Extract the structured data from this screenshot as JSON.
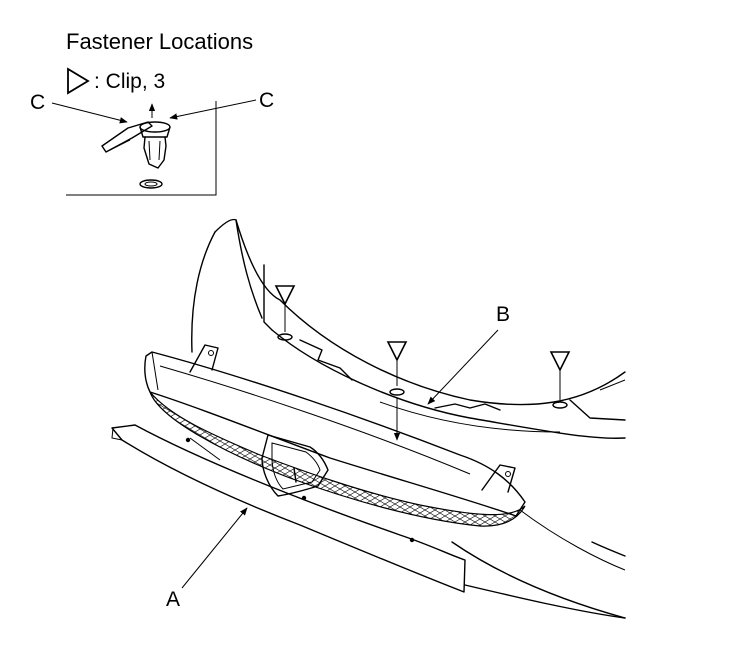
{
  "inset": {
    "title": "Fastener Locations",
    "legend_label": ": Clip, 3",
    "legend_icon": "triangle-marker-icon",
    "callout_left": "C",
    "callout_right": "C"
  },
  "callouts": {
    "a": "A",
    "b": "B"
  }
}
